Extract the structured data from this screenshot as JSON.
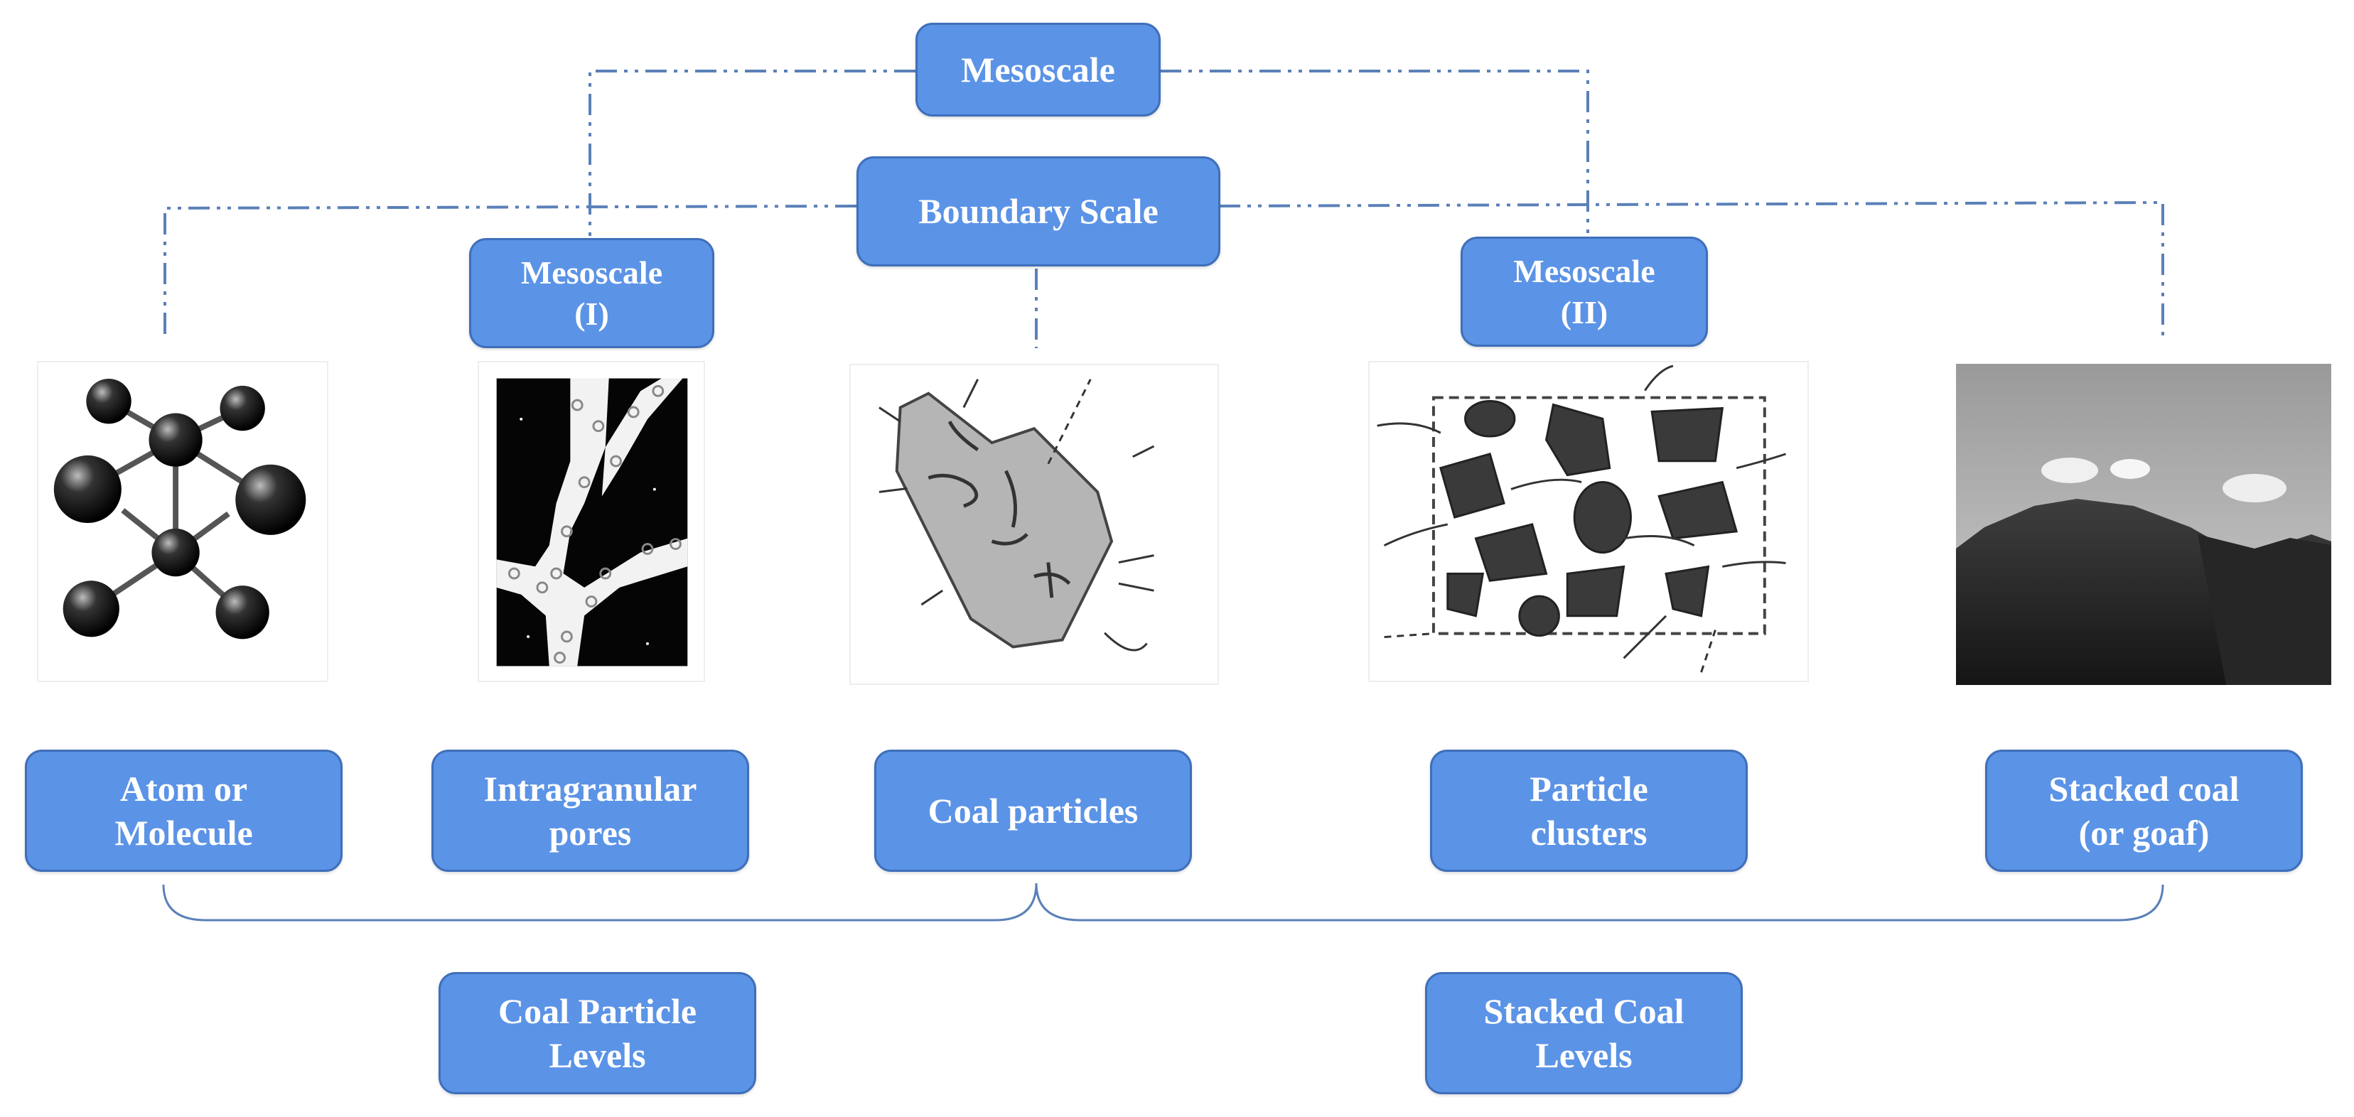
{
  "diagram": {
    "top_node": "Mesoscale",
    "boundary_node": "Boundary Scale",
    "mesoscale_one": {
      "line1": "Mesoscale",
      "line2": "(I)"
    },
    "mesoscale_two": {
      "line1": "Mesoscale",
      "line2": "(II)"
    },
    "scale_levels": [
      {
        "line1": "Atom or",
        "line2": "Molecule",
        "image": "molecule-illustration"
      },
      {
        "line1": "Intragranular",
        "line2": "pores",
        "image": "pore-micrograph"
      },
      {
        "line1": "Coal particles",
        "line2": "",
        "image": "coal-particle-sketch"
      },
      {
        "line1": "Particle",
        "line2": "clusters",
        "image": "particle-cluster-sketch"
      },
      {
        "line1": "Stacked coal",
        "line2": "(or goaf)",
        "image": "coal-pile-photo"
      }
    ],
    "groups": [
      {
        "line1": "Coal Particle",
        "line2": "Levels"
      },
      {
        "line1": "Stacked Coal",
        "line2": "Levels"
      }
    ]
  },
  "colors": {
    "box_fill": "#5b93e6",
    "box_border": "#3f6fba",
    "line": "#5a80b8"
  }
}
